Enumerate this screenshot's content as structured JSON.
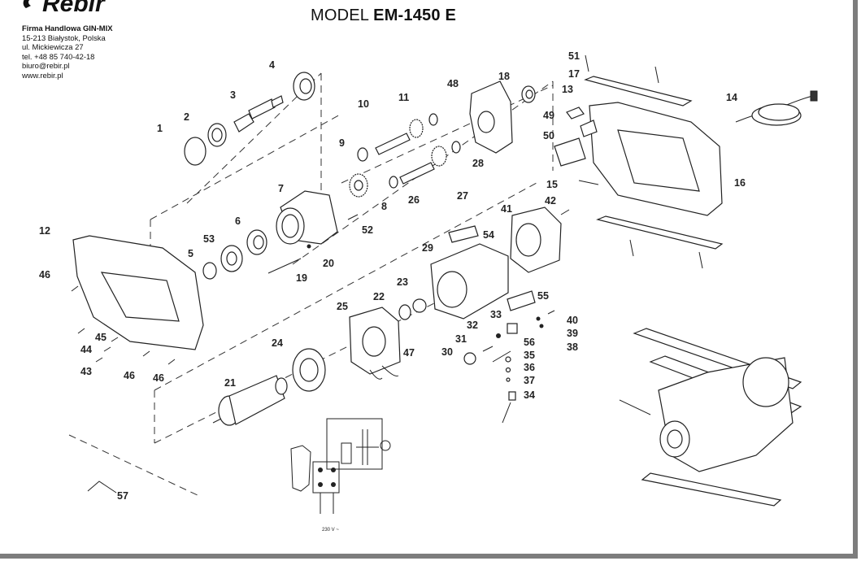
{
  "header": {
    "brand": "Rebir",
    "model_prefix": "MODEL",
    "model_name": "EM-1450 E"
  },
  "company": {
    "name": "Firma Handlowa GIN-MIX",
    "address_line1": "15-213 Białystok, Polska",
    "address_line2": "ul. Mickiewicza 27",
    "phone": "tel. +48 85 740-42-18",
    "email": "biuro@rebir.pl",
    "website": "www.rebir.pl"
  },
  "diagram": {
    "part_numbers": [
      "1",
      "2",
      "3",
      "4",
      "5",
      "6",
      "7",
      "8",
      "9",
      "10",
      "11",
      "12",
      "13",
      "14",
      "15",
      "16",
      "17",
      "18",
      "19",
      "20",
      "21",
      "22",
      "23",
      "24",
      "25",
      "26",
      "27",
      "28",
      "29",
      "30",
      "31",
      "32",
      "33",
      "34",
      "35",
      "36",
      "37",
      "38",
      "39",
      "40",
      "41",
      "42",
      "43",
      "44",
      "45",
      "46",
      "47",
      "48",
      "49",
      "50",
      "51",
      "52",
      "53",
      "54",
      "55",
      "56",
      "57"
    ],
    "voltage_label": "230 V ~"
  },
  "colors": {
    "line": "#222222",
    "frame": "#7d7d7d",
    "background": "#ffffff"
  }
}
